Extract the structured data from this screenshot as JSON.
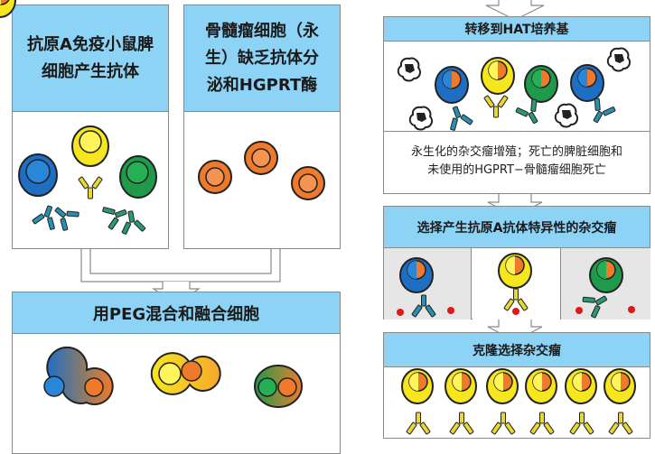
{
  "steps": {
    "immunize": {
      "title": "抗原A免疫小鼠脾细胞产生抗体",
      "line1": "抗原A免疫小鼠脾",
      "line2": "细胞产生抗体"
    },
    "myeloma": {
      "title": "骨髓瘤细胞（永生）缺乏抗体分泌和HGPRT酶",
      "line1": "骨髓瘤细胞（永",
      "line2": "生）缺乏抗体分",
      "line3": "泌和HGPRT酶"
    },
    "fuse": {
      "title": "用PEG混合和融合细胞"
    },
    "hat": {
      "title": "转移到HAT培养基",
      "desc1": "永生化的杂交瘤增殖；死亡的脾脏细胞和",
      "desc2": "未使用的HGPRT−骨髓瘤细胞死亡"
    },
    "select": {
      "title": "选择产生抗原A抗体特异性的杂交瘤"
    },
    "clone": {
      "title": "克隆选择杂交瘤"
    }
  },
  "colors": {
    "header": "#8dd3f5",
    "blue_cell": "#1e6fc4",
    "yellow_cell": "#f5e61d",
    "green_cell": "#1e9a4a",
    "orange_cell": "#f07a2c",
    "antibody_blue": "#2a8fb0",
    "antibody_yellow": "#e8d830",
    "antibody_green": "#2a9a70",
    "dead_cell": "#222222",
    "antigen_red": "#e01818",
    "gray_panel": "#e6e6e6"
  }
}
